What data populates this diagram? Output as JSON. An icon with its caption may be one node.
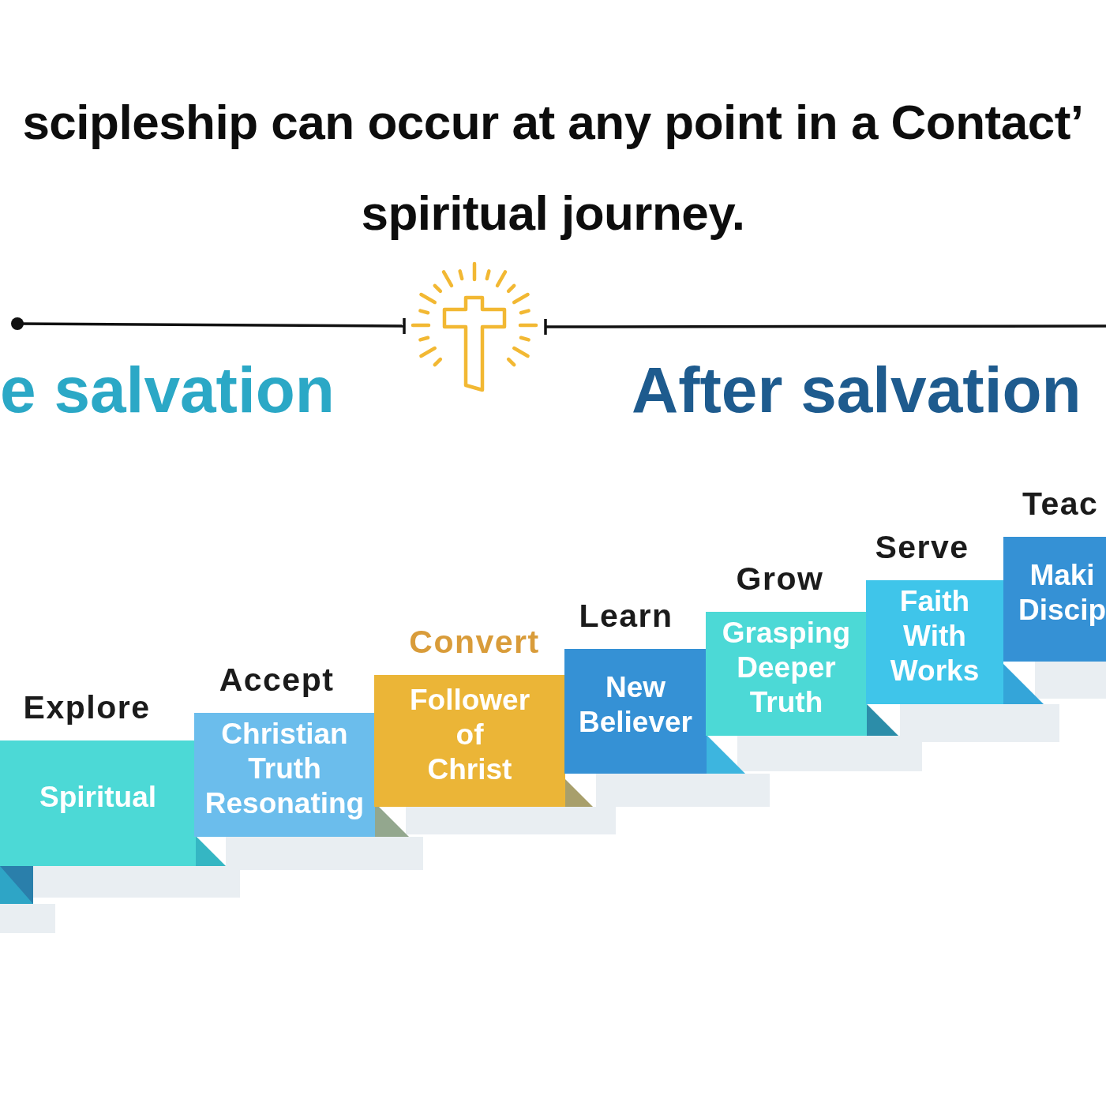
{
  "diagram": {
    "title": "scipleship can occur at any point in a Contact’ spiritual journey.",
    "nodes": [
      {
        "text": [],
        "shape": "box"
      },
      {
        "text": [
          "Explore",
          "Spiritual"
        ]
      },
      {
        "text": [
          "Accept",
          "Christian Truth Resonating"
        ]
      },
      {
        "text": [
          "Convert",
          "Follower of Christ"
        ]
      },
      {
        "text": [
          "Learn",
          "New Believer"
        ]
      },
      {
        "text": [
          "Grow",
          "Grasping Deeper Truth"
        ]
      },
      {
        "text": [
          "Serve",
          "Faith With Works"
        ]
      },
      {
        "text": [
          "Teac",
          "Maki Discip"
        ]
      }
    ],
    "labels": [
      "e salvation",
      "After salvation"
    ]
  }
}
